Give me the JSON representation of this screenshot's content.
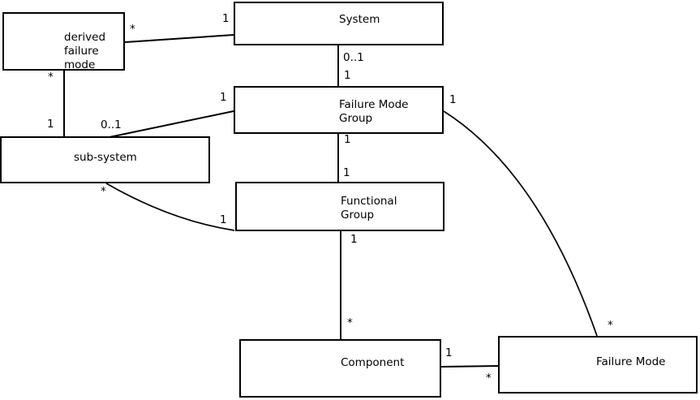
{
  "diagram": {
    "type": "uml-class-diagram",
    "background_color": "#ffffff",
    "colors": {
      "line": "#000000",
      "box_border": "#000000",
      "box_fill": "#ffffff",
      "text": "#000000"
    },
    "entities": [
      {
        "id": "derived-failure-mode",
        "label": "derived\nfailure\nmode"
      },
      {
        "id": "system",
        "label": "System"
      },
      {
        "id": "failure-mode-group",
        "label": "Failure Mode\nGroup"
      },
      {
        "id": "sub-system",
        "label": "sub-system"
      },
      {
        "id": "functional-group",
        "label": "Functional\nGroup"
      },
      {
        "id": "component",
        "label": "Component"
      },
      {
        "id": "failure-mode",
        "label": "Failure Mode"
      }
    ],
    "multiplicities": [
      {
        "text": "*",
        "association": "derived-failure-mode__system",
        "end": "derived-failure-mode"
      },
      {
        "text": "1",
        "association": "derived-failure-mode__system",
        "end": "system"
      },
      {
        "text": "0..1",
        "association": "system__failure-mode-group",
        "end": "system"
      },
      {
        "text": "1",
        "association": "system__failure-mode-group",
        "end": "failure-mode-group"
      },
      {
        "text": "1",
        "association": "failure-mode-group__sub-system",
        "end": "failure-mode-group"
      },
      {
        "text": "1",
        "association": "failure-mode-group__failure-mode",
        "end": "failure-mode-group"
      },
      {
        "text": "*",
        "association": "derived-failure-mode__sub-system",
        "end": "derived-failure-mode"
      },
      {
        "text": "1",
        "association": "derived-failure-mode__sub-system",
        "end": "sub-system"
      },
      {
        "text": "0..1",
        "association": "failure-mode-group__sub-system",
        "end": "sub-system"
      },
      {
        "text": "1",
        "association": "failure-mode-group__functional-group",
        "end": "failure-mode-group"
      },
      {
        "text": "1",
        "association": "failure-mode-group__functional-group",
        "end": "functional-group"
      },
      {
        "text": "1",
        "association": "sub-system__functional-group",
        "end": "functional-group"
      },
      {
        "text": "*",
        "association": "sub-system__functional-group",
        "end": "sub-system"
      },
      {
        "text": "1",
        "association": "functional-group__component",
        "end": "functional-group"
      },
      {
        "text": "*",
        "association": "functional-group__component",
        "end": "component"
      },
      {
        "text": "1",
        "association": "component__failure-mode",
        "end": "component"
      },
      {
        "text": "*",
        "association": "component__failure-mode",
        "end": "failure-mode"
      },
      {
        "text": "*",
        "association": "failure-mode-group__failure-mode",
        "end": "failure-mode"
      }
    ],
    "associations": [
      {
        "from": "derived failure mode",
        "to": "System",
        "from_multiplicity": "*",
        "to_multiplicity": "1"
      },
      {
        "from": "System",
        "to": "Failure Mode Group",
        "from_multiplicity": "0..1",
        "to_multiplicity": "1"
      },
      {
        "from": "Failure Mode Group",
        "to": "sub-system",
        "from_multiplicity": "1",
        "to_multiplicity": "0..1"
      },
      {
        "from": "derived failure mode",
        "to": "sub-system",
        "from_multiplicity": "*",
        "to_multiplicity": "1"
      },
      {
        "from": "Failure Mode Group",
        "to": "Functional Group",
        "from_multiplicity": "1",
        "to_multiplicity": "1"
      },
      {
        "from": "sub-system",
        "to": "Functional Group",
        "from_multiplicity": "*",
        "to_multiplicity": "1"
      },
      {
        "from": "Functional Group",
        "to": "Component",
        "from_multiplicity": "1",
        "to_multiplicity": "*"
      },
      {
        "from": "Component",
        "to": "Failure Mode",
        "from_multiplicity": "1",
        "to_multiplicity": "*"
      },
      {
        "from": "Failure Mode Group",
        "to": "Failure Mode",
        "from_multiplicity": "1",
        "to_multiplicity": "*"
      }
    ]
  }
}
